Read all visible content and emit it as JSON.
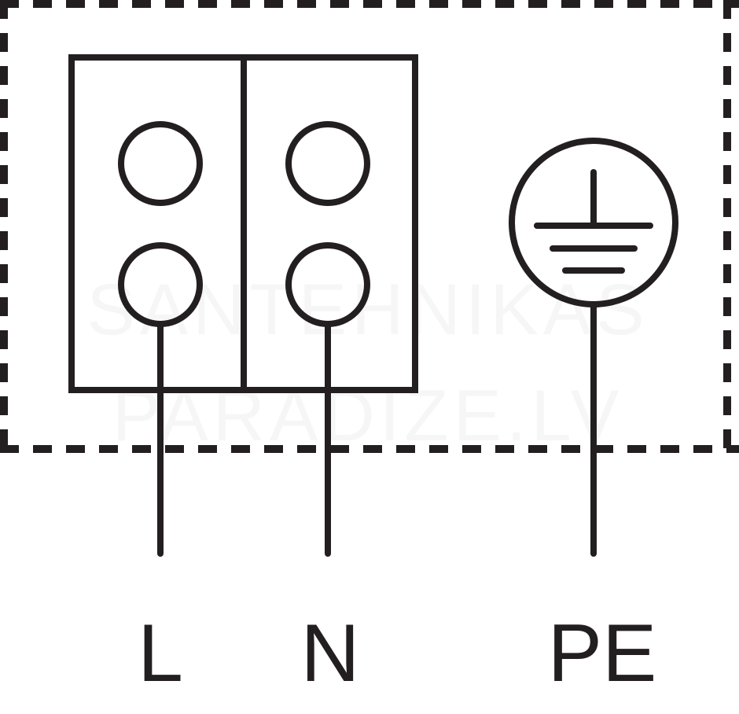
{
  "diagram": {
    "type": "electrical-connection-diagram",
    "watermark": {
      "line1": "SANTEHNIKAS",
      "line2": "PARADIZE.LV"
    },
    "terminal_block": {
      "columns": 2,
      "screws_per_column": 2
    },
    "ground_symbol_icon": "protective-earth-icon",
    "labels": {
      "line": "L",
      "neutral": "N",
      "protective_earth": "PE"
    },
    "colors": {
      "ink": "#231f20",
      "background": "#ffffff",
      "watermark": "#f6f6f6"
    }
  }
}
